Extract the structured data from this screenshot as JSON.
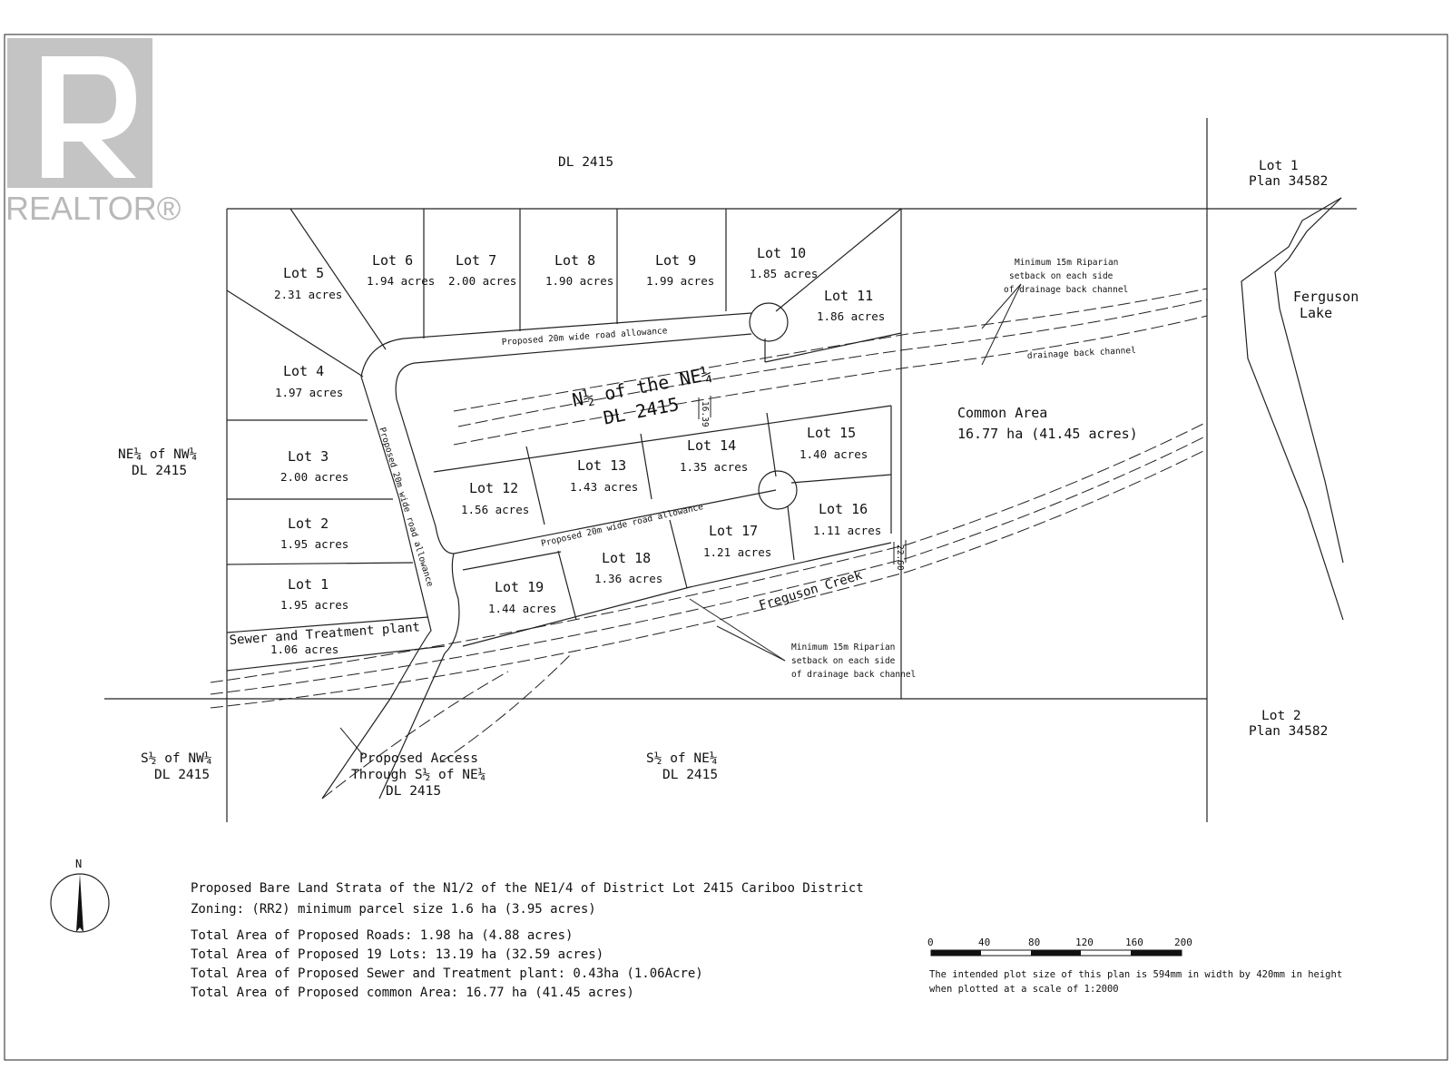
{
  "watermark": {
    "brand": "REALTOR®"
  },
  "regions": {
    "dl_north": "DL 2415",
    "plan_lot1": [
      "Lot 1",
      "Plan 34582"
    ],
    "plan_lot2": [
      "Lot 2",
      "Plan 34582"
    ],
    "ne_nw": [
      "NE¼ of NW¼",
      "DL 2415"
    ],
    "s_nw": [
      "S½ of NW¼",
      "DL 2415"
    ],
    "s_ne": [
      "S½ of NE¼",
      "DL 2415"
    ],
    "n_ne": [
      "N½ of the NE¼",
      "DL 2415"
    ],
    "ferguson_lake": [
      "Ferguson",
      "Lake"
    ],
    "common_area": [
      "Common Area",
      "16.77 ha (41.45 acres)"
    ],
    "proposed_access": [
      "Proposed Access",
      "Through S½ of NE¼",
      "DL 2415"
    ]
  },
  "lots": [
    {
      "name": "Lot 1",
      "area": "1.95 acres"
    },
    {
      "name": "Lot 2",
      "area": "1.95 acres"
    },
    {
      "name": "Lot 3",
      "area": "2.00 acres"
    },
    {
      "name": "Lot 4",
      "area": "1.97 acres"
    },
    {
      "name": "Lot 5",
      "area": "2.31 acres"
    },
    {
      "name": "Lot 6",
      "area": "1.94 acres"
    },
    {
      "name": "Lot 7",
      "area": "2.00 acres"
    },
    {
      "name": "Lot 8",
      "area": "1.90 acres"
    },
    {
      "name": "Lot 9",
      "area": "1.99 acres"
    },
    {
      "name": "Lot 10",
      "area": "1.85 acres"
    },
    {
      "name": "Lot 11",
      "area": "1.86 acres"
    },
    {
      "name": "Lot 12",
      "area": "1.56 acres"
    },
    {
      "name": "Lot 13",
      "area": "1.43 acres"
    },
    {
      "name": "Lot 14",
      "area": "1.35 acres"
    },
    {
      "name": "Lot 15",
      "area": "1.40 acres"
    },
    {
      "name": "Lot 16",
      "area": "1.11 acres"
    },
    {
      "name": "Lot 17",
      "area": "1.21 acres"
    },
    {
      "name": "Lot 18",
      "area": "1.36 acres"
    },
    {
      "name": "Lot 19",
      "area": "1.44 acres"
    }
  ],
  "sewer": {
    "name": "Sewer and Treatment plant",
    "area": "1.06 acres"
  },
  "roads": {
    "north": "Proposed 20m wide road allowance",
    "west": "Proposed 20m wide road allowance",
    "south": "Proposed 20m wide road allowance"
  },
  "annotations": {
    "riparian_top": [
      "Minimum 15m Riparian",
      "setback on each side",
      "of drainage back channel"
    ],
    "riparian_bottom": [
      "Minimum 15m Riparian",
      "setback on each side",
      "of drainage back channel"
    ],
    "drainage": "drainage back channel",
    "creek": "Freguson Creek",
    "dim_1": "16.39",
    "dim_2": "22.60"
  },
  "north_arrow": {
    "label": "N"
  },
  "notes": [
    "Proposed Bare Land Strata of the N1/2 of the NE1/4 of District Lot 2415 Cariboo District",
    "Zoning: (RR2) minimum parcel size 1.6 ha (3.95 acres)",
    "Total Area of Proposed Roads: 1.98 ha (4.88 acres)",
    "Total Area of Proposed 19 Lots: 13.19 ha (32.59 acres)",
    "Total Area of Proposed Sewer and Treatment plant: 0.43ha (1.06Acre)",
    "Total Area of Proposed common Area: 16.77 ha (41.45 acres)"
  ],
  "scale": {
    "ticks": [
      "0",
      "40",
      "80",
      "120",
      "160",
      "200"
    ],
    "note": [
      "The intended plot size of this plan is 594mm in width by 420mm in height",
      "when plotted at a scale of 1:2000"
    ]
  }
}
